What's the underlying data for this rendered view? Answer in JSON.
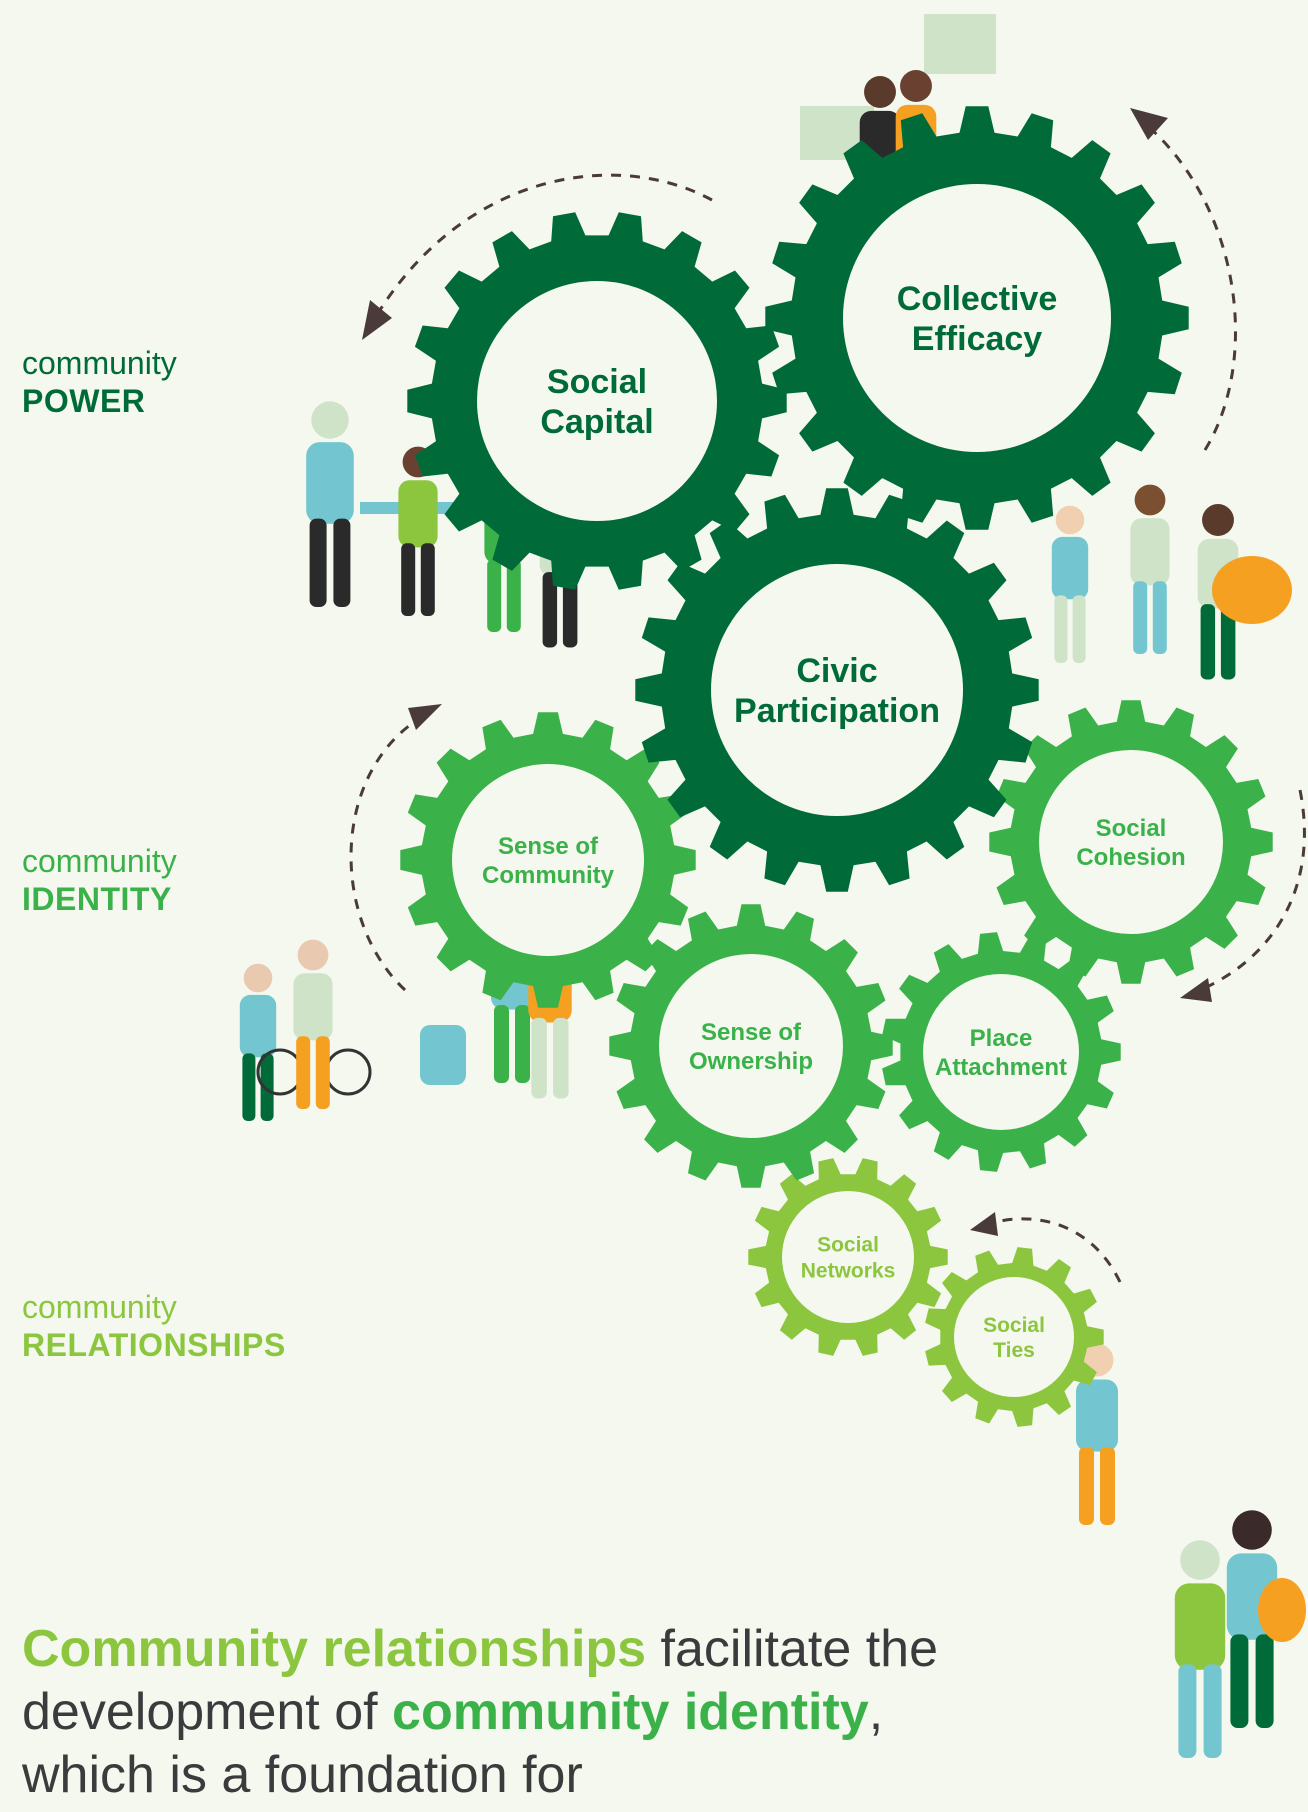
{
  "colors": {
    "background": "#f4f8ee",
    "power": "#006b38",
    "identity": "#3bb14a",
    "relationships": "#8cc63f",
    "text_dark": "#3b3a3c",
    "arrow": "#4a3a3a",
    "accent_orange": "#f5a020",
    "accent_teal": "#73c6cf",
    "accent_pale": "#cfe3c9"
  },
  "levels": [
    {
      "small": "community",
      "big": "POWER"
    },
    {
      "small": "community",
      "big": "IDENTITY"
    },
    {
      "small": "community",
      "big": "RELATIONSHIPS"
    }
  ],
  "gears": [
    {
      "id": "social-capital",
      "lines": [
        "Social",
        "Capital"
      ],
      "level": "power"
    },
    {
      "id": "collective-efficacy",
      "lines": [
        "Collective",
        "Efficacy"
      ],
      "level": "power"
    },
    {
      "id": "civic-participation",
      "lines": [
        "Civic",
        "Participation"
      ],
      "level": "power"
    },
    {
      "id": "sense-of-community",
      "lines": [
        "Sense of",
        "Community"
      ],
      "level": "identity"
    },
    {
      "id": "social-cohesion",
      "lines": [
        "Social",
        "Cohesion"
      ],
      "level": "identity"
    },
    {
      "id": "sense-of-ownership",
      "lines": [
        "Sense of",
        "Ownership"
      ],
      "level": "identity"
    },
    {
      "id": "place-attachment",
      "lines": [
        "Place",
        "Attachment"
      ],
      "level": "identity"
    },
    {
      "id": "social-networks",
      "lines": [
        "Social",
        "Networks"
      ],
      "level": "relationships"
    },
    {
      "id": "social-ties",
      "lines": [
        "Social",
        "Ties"
      ],
      "level": "relationships"
    }
  ],
  "caption": {
    "p1": "Community relationships",
    "p2": " facilitate the development of ",
    "p3": "community identity",
    "p4": ", which is a foundation for"
  }
}
